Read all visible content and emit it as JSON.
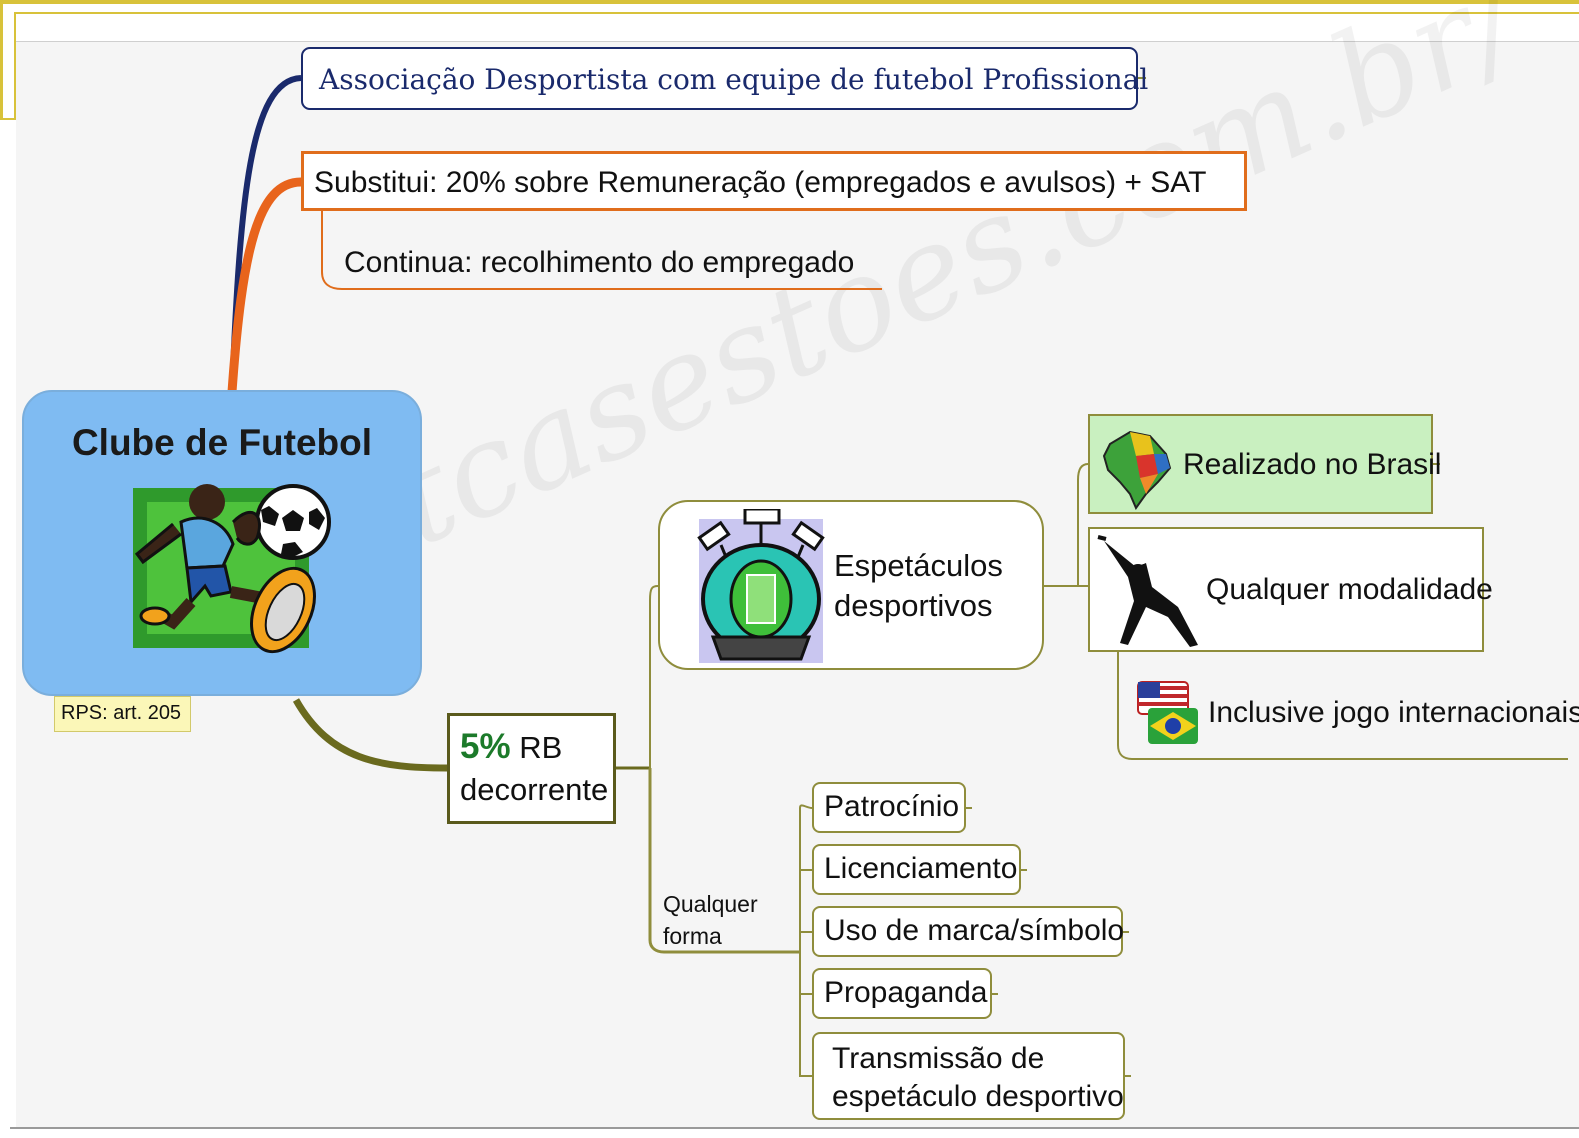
{
  "root": {
    "title": "Clube de Futebol",
    "note": "RPS: art. 205",
    "icon": "soccer-player-icon"
  },
  "branches": {
    "association": "Associação Desportista com equipe de futebol Profissional",
    "substitutes": "Substitui: 20% sobre Remuneração (empregados e avulsos) + SAT",
    "continues": "Continua: recolhimento do empregado",
    "rate": {
      "percent": "5%",
      "rest": " RB",
      "line2": "decorrente"
    },
    "spectacles": {
      "line1": "Espetáculos",
      "line2": "desportivos",
      "icon": "stadium-icon",
      "children": {
        "brazil": "Realizado no Brasil",
        "modality": "Qualquer modalidade",
        "international": "Inclusive jogo internacionais"
      }
    },
    "any_form": {
      "line1": "Qualquer",
      "line2": "forma",
      "items": [
        "Patrocínio",
        "Licenciamento",
        "Uso de marca/símbolo",
        "Propaganda"
      ],
      "broadcast": {
        "line1": "Transmissão de",
        "line2": "espetáculo desportivo"
      }
    }
  },
  "watermark": "www.itcasestoes.com.br/",
  "colors": {
    "root": "#7fbbf2",
    "association": "#1a2a6c",
    "substitutes": "#e06d1c",
    "rate": "#5a5a1c",
    "highlight": "#c9f0c0"
  }
}
